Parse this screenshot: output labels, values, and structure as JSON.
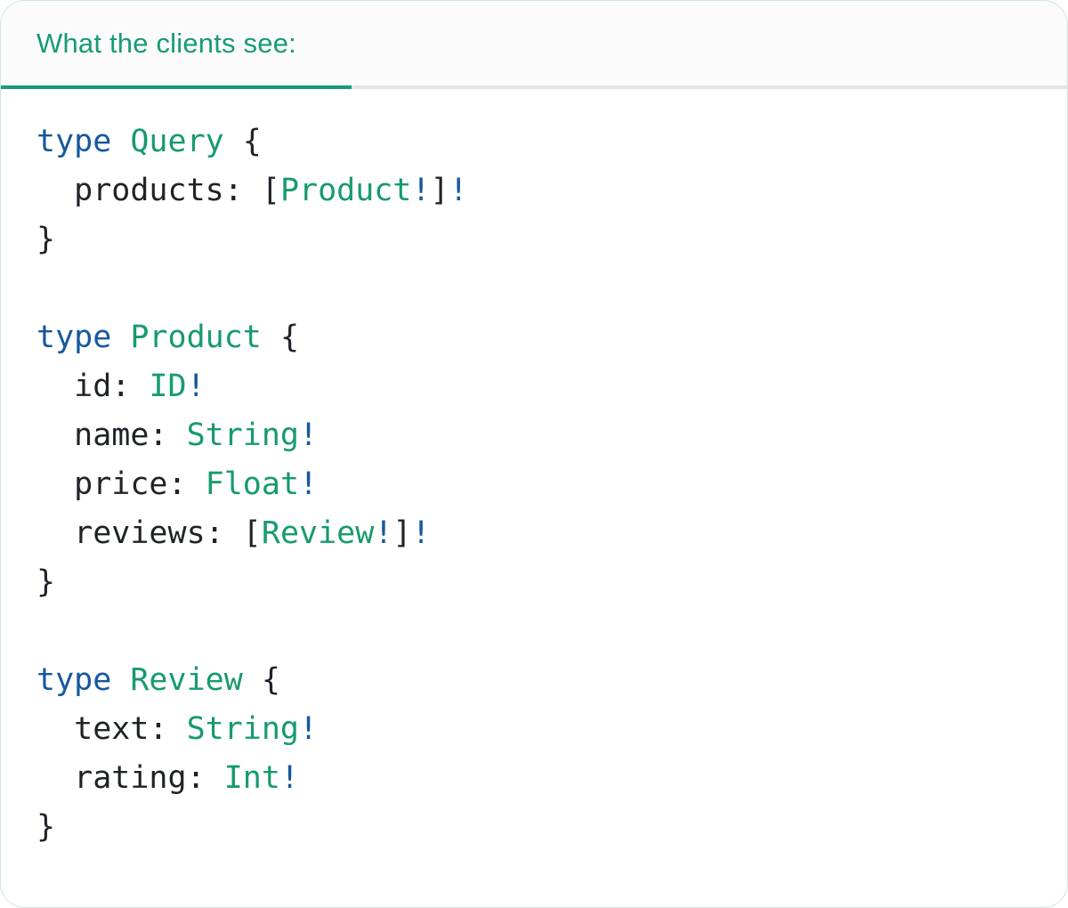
{
  "colors": {
    "accent-green": "#169b76",
    "keyword-blue": "#16589e",
    "type-green": "#179a6f",
    "code-dark": "#1f2328",
    "divider-gray": "#e4e4e4",
    "tabbar-bg": "#fbfbfb",
    "panel-border": "#cfe5da",
    "panel-bg": "#ffffff"
  },
  "tab": {
    "label": "What the clients see:"
  },
  "code": {
    "language": "graphql",
    "lines": [
      [
        {
          "text": "type ",
          "type": "keyword"
        },
        {
          "text": "Query",
          "type": "typename"
        },
        {
          "text": " {",
          "type": "plain"
        }
      ],
      [
        {
          "text": "  products: [",
          "type": "plain"
        },
        {
          "text": "Product",
          "type": "typename"
        },
        {
          "text": "!",
          "type": "bang"
        },
        {
          "text": "]",
          "type": "plain"
        },
        {
          "text": "!",
          "type": "bang"
        }
      ],
      [
        {
          "text": "}",
          "type": "plain"
        }
      ],
      [],
      [
        {
          "text": "type ",
          "type": "keyword"
        },
        {
          "text": "Product",
          "type": "typename"
        },
        {
          "text": " {",
          "type": "plain"
        }
      ],
      [
        {
          "text": "  id: ",
          "type": "plain"
        },
        {
          "text": "ID",
          "type": "typename"
        },
        {
          "text": "!",
          "type": "bang"
        }
      ],
      [
        {
          "text": "  name: ",
          "type": "plain"
        },
        {
          "text": "String",
          "type": "typename"
        },
        {
          "text": "!",
          "type": "bang"
        }
      ],
      [
        {
          "text": "  price: ",
          "type": "plain"
        },
        {
          "text": "Float",
          "type": "typename"
        },
        {
          "text": "!",
          "type": "bang"
        }
      ],
      [
        {
          "text": "  reviews: [",
          "type": "plain"
        },
        {
          "text": "Review",
          "type": "typename"
        },
        {
          "text": "!",
          "type": "bang"
        },
        {
          "text": "]",
          "type": "plain"
        },
        {
          "text": "!",
          "type": "bang"
        }
      ],
      [
        {
          "text": "}",
          "type": "plain"
        }
      ],
      [],
      [
        {
          "text": "type ",
          "type": "keyword"
        },
        {
          "text": "Review",
          "type": "typename"
        },
        {
          "text": " {",
          "type": "plain"
        }
      ],
      [
        {
          "text": "  text: ",
          "type": "plain"
        },
        {
          "text": "String",
          "type": "typename"
        },
        {
          "text": "!",
          "type": "bang"
        }
      ],
      [
        {
          "text": "  rating: ",
          "type": "plain"
        },
        {
          "text": "Int",
          "type": "typename"
        },
        {
          "text": "!",
          "type": "bang"
        }
      ],
      [
        {
          "text": "}",
          "type": "plain"
        }
      ]
    ]
  }
}
